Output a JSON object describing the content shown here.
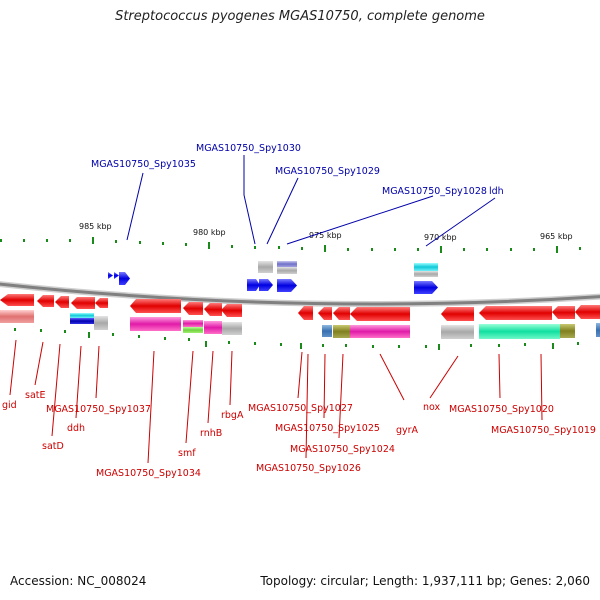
{
  "title": "Streptococcus pyogenes MGAS10750, complete genome",
  "footer": {
    "accession": "Accession: NC_008024",
    "summary": "Topology: circular; Length: 1,937,111 bp; Genes: 2,060"
  },
  "scale_labels": [
    "985 kbp",
    "980 kbp",
    "975 kbp",
    "970 kbp",
    "965 kbp"
  ],
  "top_labels": [
    "MGAS10750_Spy1030",
    "MGAS10750_Spy1035",
    "MGAS10750_Spy1029",
    "MGAS10750_Spy1028",
    "ldh"
  ],
  "bottom_labels": [
    "gid",
    "satE",
    "satD",
    "ddh",
    "MGAS10750_Spy1037",
    "MGAS10750_Spy1034",
    "smf",
    "rnhB",
    "rbgA",
    "MGAS10750_Spy1027",
    "MGAS10750_Spy1025",
    "MGAS10750_Spy1024",
    "MGAS10750_Spy1026",
    "gyrA",
    "nox",
    "MGAS10750_Spy1020",
    "MGAS10750_Spy1019"
  ],
  "colors": {
    "forward_gene": "#0000ee",
    "reverse_gene": "#ee0000",
    "label_top": "#0000aa",
    "label_bottom": "#cc0000",
    "backbone": "#888888",
    "ticks": "#1a8a1a"
  }
}
